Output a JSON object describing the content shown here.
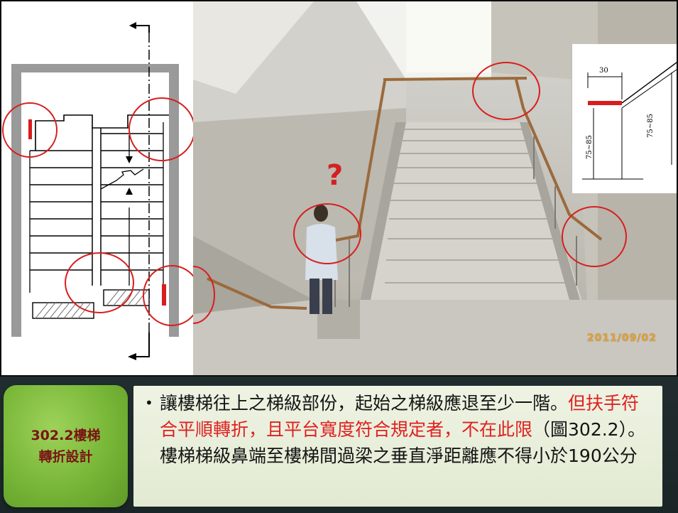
{
  "date_stamp": "2011/09/02",
  "question_mark": "?",
  "inset_dims": {
    "width": "30",
    "height_left": "75~85",
    "height_right": "75~85"
  },
  "badge": {
    "label": "302.2樓梯\n轉折設計"
  },
  "body": {
    "bullet": "•",
    "text_1": "讓樓梯往上之梯級部份，起始之梯級應退至少一階。",
    "text_red": "但扶手符合平順轉折，且平台寬度符合規定者，不在此限",
    "text_2": "（圖302.2）。樓梯梯級鼻端至樓梯間過梁之垂直淨距離應不得小於190公分"
  },
  "colors": {
    "circle": "#d81e1e",
    "badge_green": "#77b637",
    "badge_text": "#7a1414",
    "date": "#e5a23a"
  }
}
